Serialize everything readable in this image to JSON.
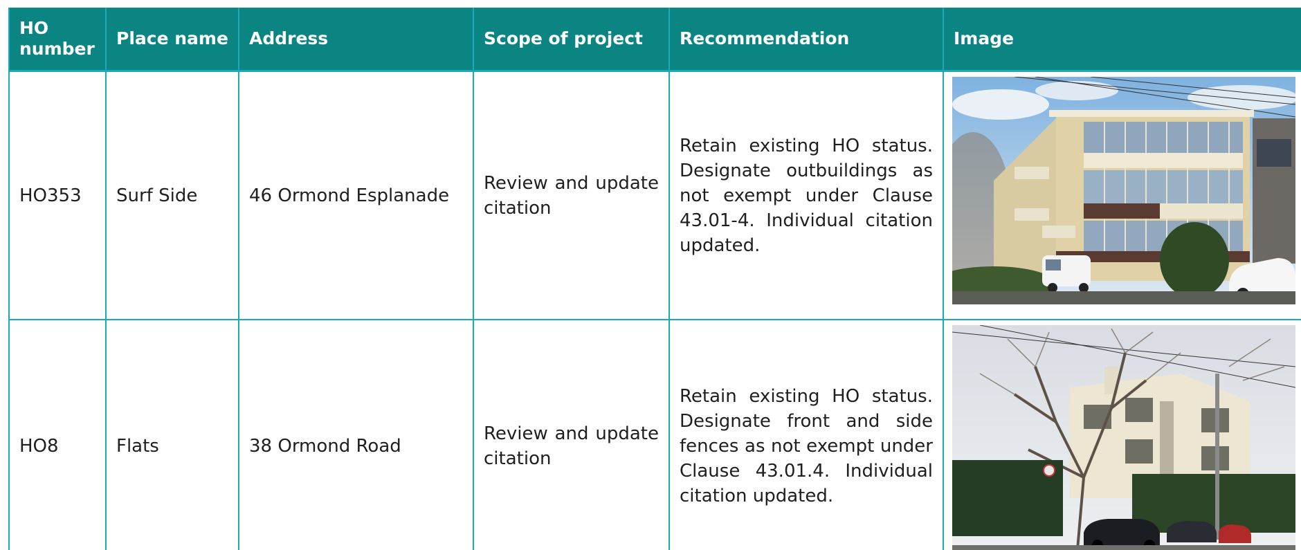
{
  "columns": [
    "HO number",
    "Place name",
    "Address",
    "Scope of project",
    "Recommendation",
    "Image"
  ],
  "rows": [
    {
      "ho_number": "HO353",
      "place_name": "Surf Side",
      "address": "46 Ormond Esplanade",
      "scope": "Review and update citation",
      "recommendation": "Retain existing HO status. Designate outbuildings as not exempt under Clause 43.01-4. Individual citation updated.",
      "image": "photo of three-storey apartment block"
    },
    {
      "ho_number": "HO8",
      "place_name": "Flats",
      "address": "38 Ormond Road",
      "scope": "Review and update citation",
      "recommendation": "Retain existing HO status. Designate front and side fences as not exempt under Clause 43.01.4. Individual citation updated.",
      "image": "photo of cream flats behind hedge and tree"
    }
  ],
  "colors": {
    "header_bg": "#0b8581",
    "border": "#1aa9b8",
    "text": "#1f1f1f"
  }
}
